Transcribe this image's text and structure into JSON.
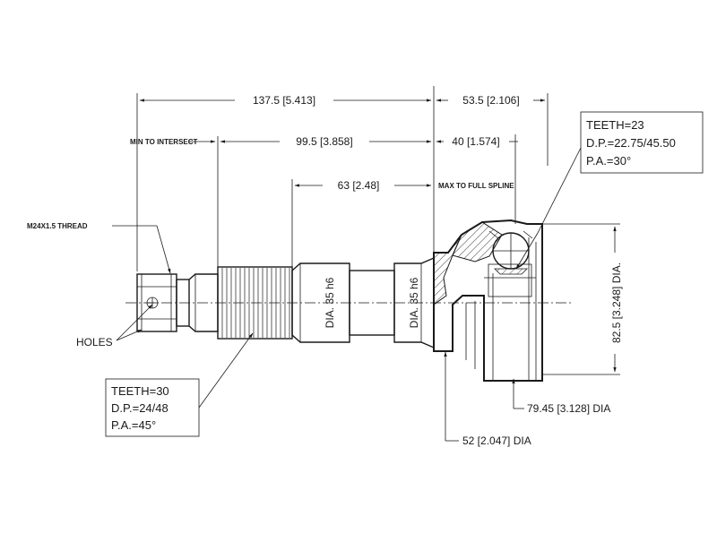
{
  "dimensions": {
    "overall": "137.5 [5.413]",
    "cup_depth": "53.5 [2.106]",
    "to_intersect": "99.5 [3.858]",
    "spline_length": "40 [1.574]",
    "to_full_spline": "63 [2.48]",
    "shaft_dia_1": "DIA. 35 h6",
    "shaft_dia_2": "DIA. 35 h6",
    "bell_dia": "82.5 [3.248] DIA.",
    "seal_dia": "79.45 [3.128] DIA",
    "neck_dia": "52 [2.047] DIA"
  },
  "notes": {
    "min_intersect": "MIN TO INTERSECT",
    "max_spline": "MAX TO FULL SPLINE",
    "thread": "M24X1.5 THREAD",
    "holes": "HOLES"
  },
  "spline_box": {
    "teeth": "TEETH=30",
    "dp": "D.P.=24/48",
    "pa": "P.A.=45°"
  },
  "cv_box": {
    "teeth": "TEETH=23",
    "dp": "D.P.=22.75/45.50",
    "pa": "P.A.=30°"
  }
}
